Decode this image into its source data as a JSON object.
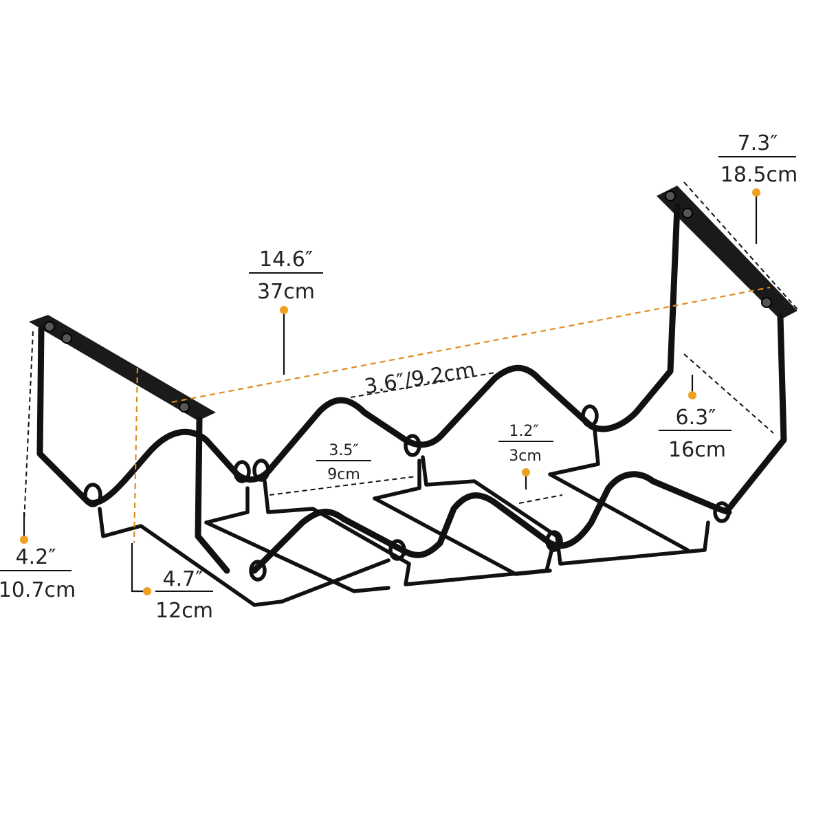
{
  "colors": {
    "accent": "#f0a020",
    "wire": "#111111",
    "dashed_guide": "#e08a1e"
  },
  "dimensions": {
    "mount_length": {
      "imperial": "7.3″",
      "metric": "18.5cm"
    },
    "overall_length": {
      "imperial": "14.6″",
      "metric": "37cm"
    },
    "slot_spacing": {
      "label": "3.6″/9.2cm"
    },
    "slot_width": {
      "imperial": "3.5″",
      "metric": "9cm"
    },
    "slot_opening": {
      "imperial": "1.2″",
      "metric": "3cm"
    },
    "rail_depth": {
      "imperial": "6.3″",
      "metric": "16cm"
    },
    "overall_height": {
      "imperial": "4.2″",
      "metric": "10.7cm"
    },
    "hanger_height": {
      "imperial": "4.7″",
      "metric": "12cm"
    }
  }
}
